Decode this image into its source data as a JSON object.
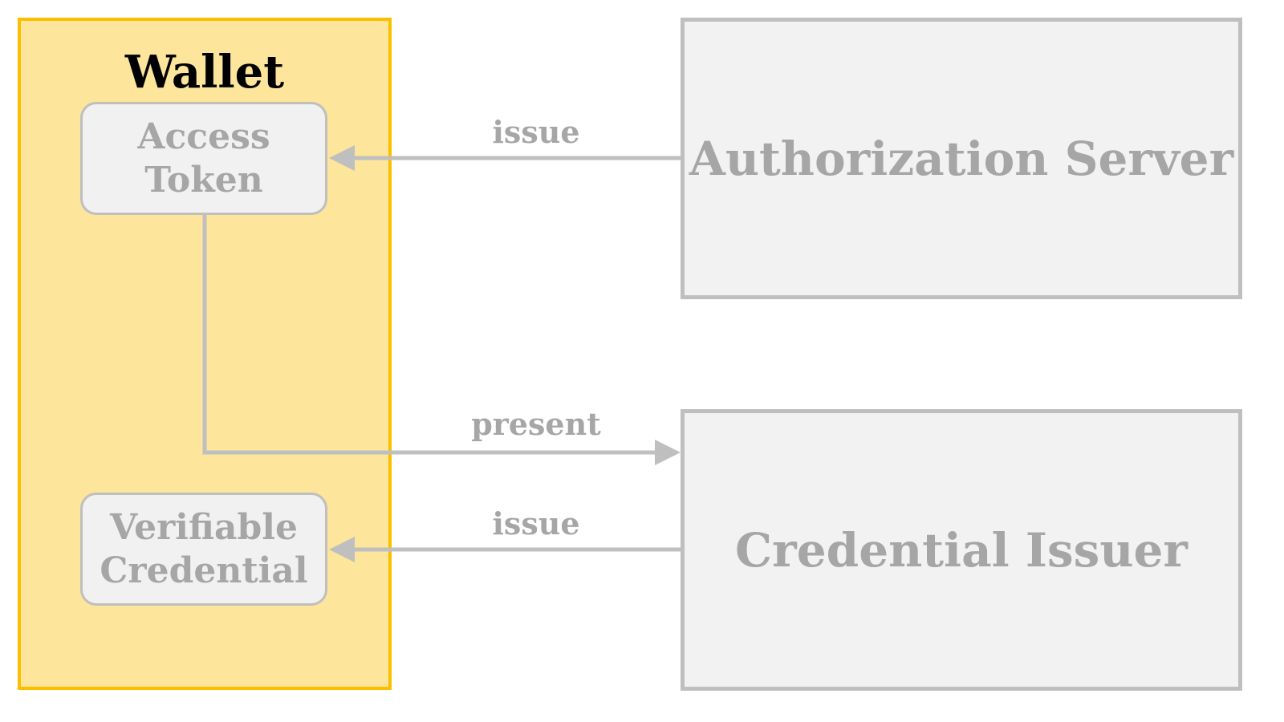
{
  "wallet": {
    "title": "Wallet",
    "access_token": {
      "line1": "Access",
      "line2": "Token"
    },
    "verifiable_credential": {
      "line1": "Verifiable",
      "line2": "Credential"
    }
  },
  "authorization_server": {
    "label": "Authorization Server"
  },
  "credential_issuer": {
    "label": "Credential Issuer"
  },
  "edges": {
    "issue_access_token": "issue",
    "present_access_token": "present",
    "issue_credential": "issue"
  },
  "colors": {
    "wallet_fill": "#fde59b",
    "wallet_border": "#fbbf00",
    "box_fill": "#f2f2f2",
    "box_border": "#bfbfbf",
    "muted_text": "#a6a6a6",
    "connector": "#bfbfbf"
  }
}
